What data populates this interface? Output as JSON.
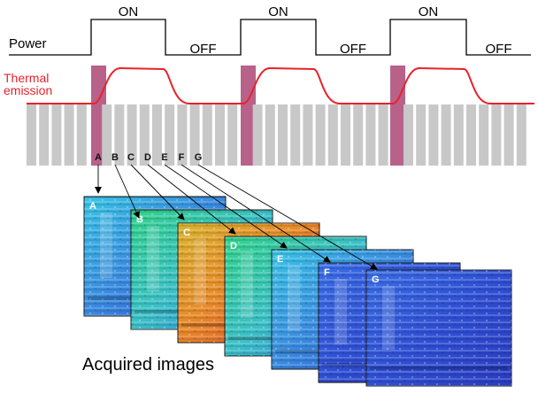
{
  "timing": {
    "power_label": "Power",
    "thermal_label": [
      "Thermal",
      "emission"
    ],
    "on_label": "ON",
    "off_label": "OFF"
  },
  "frame_letters": [
    "A",
    "B",
    "C",
    "D",
    "E",
    "F",
    "G"
  ],
  "panels": [
    {
      "letter": "A",
      "palette": "cyan-blue"
    },
    {
      "letter": "B",
      "palette": "green-cyan"
    },
    {
      "letter": "C",
      "palette": "orange-red"
    },
    {
      "letter": "D",
      "palette": "green-cyan"
    },
    {
      "letter": "E",
      "palette": "cyan-blue"
    },
    {
      "letter": "F",
      "palette": "blue"
    },
    {
      "letter": "G",
      "palette": "blue"
    }
  ],
  "caption": "Acquired images",
  "colors": {
    "thermal": "#e8232a",
    "power_line": "#000000",
    "frame_bar": "#c8c8c8",
    "highlight_bar": "#b8628a"
  }
}
